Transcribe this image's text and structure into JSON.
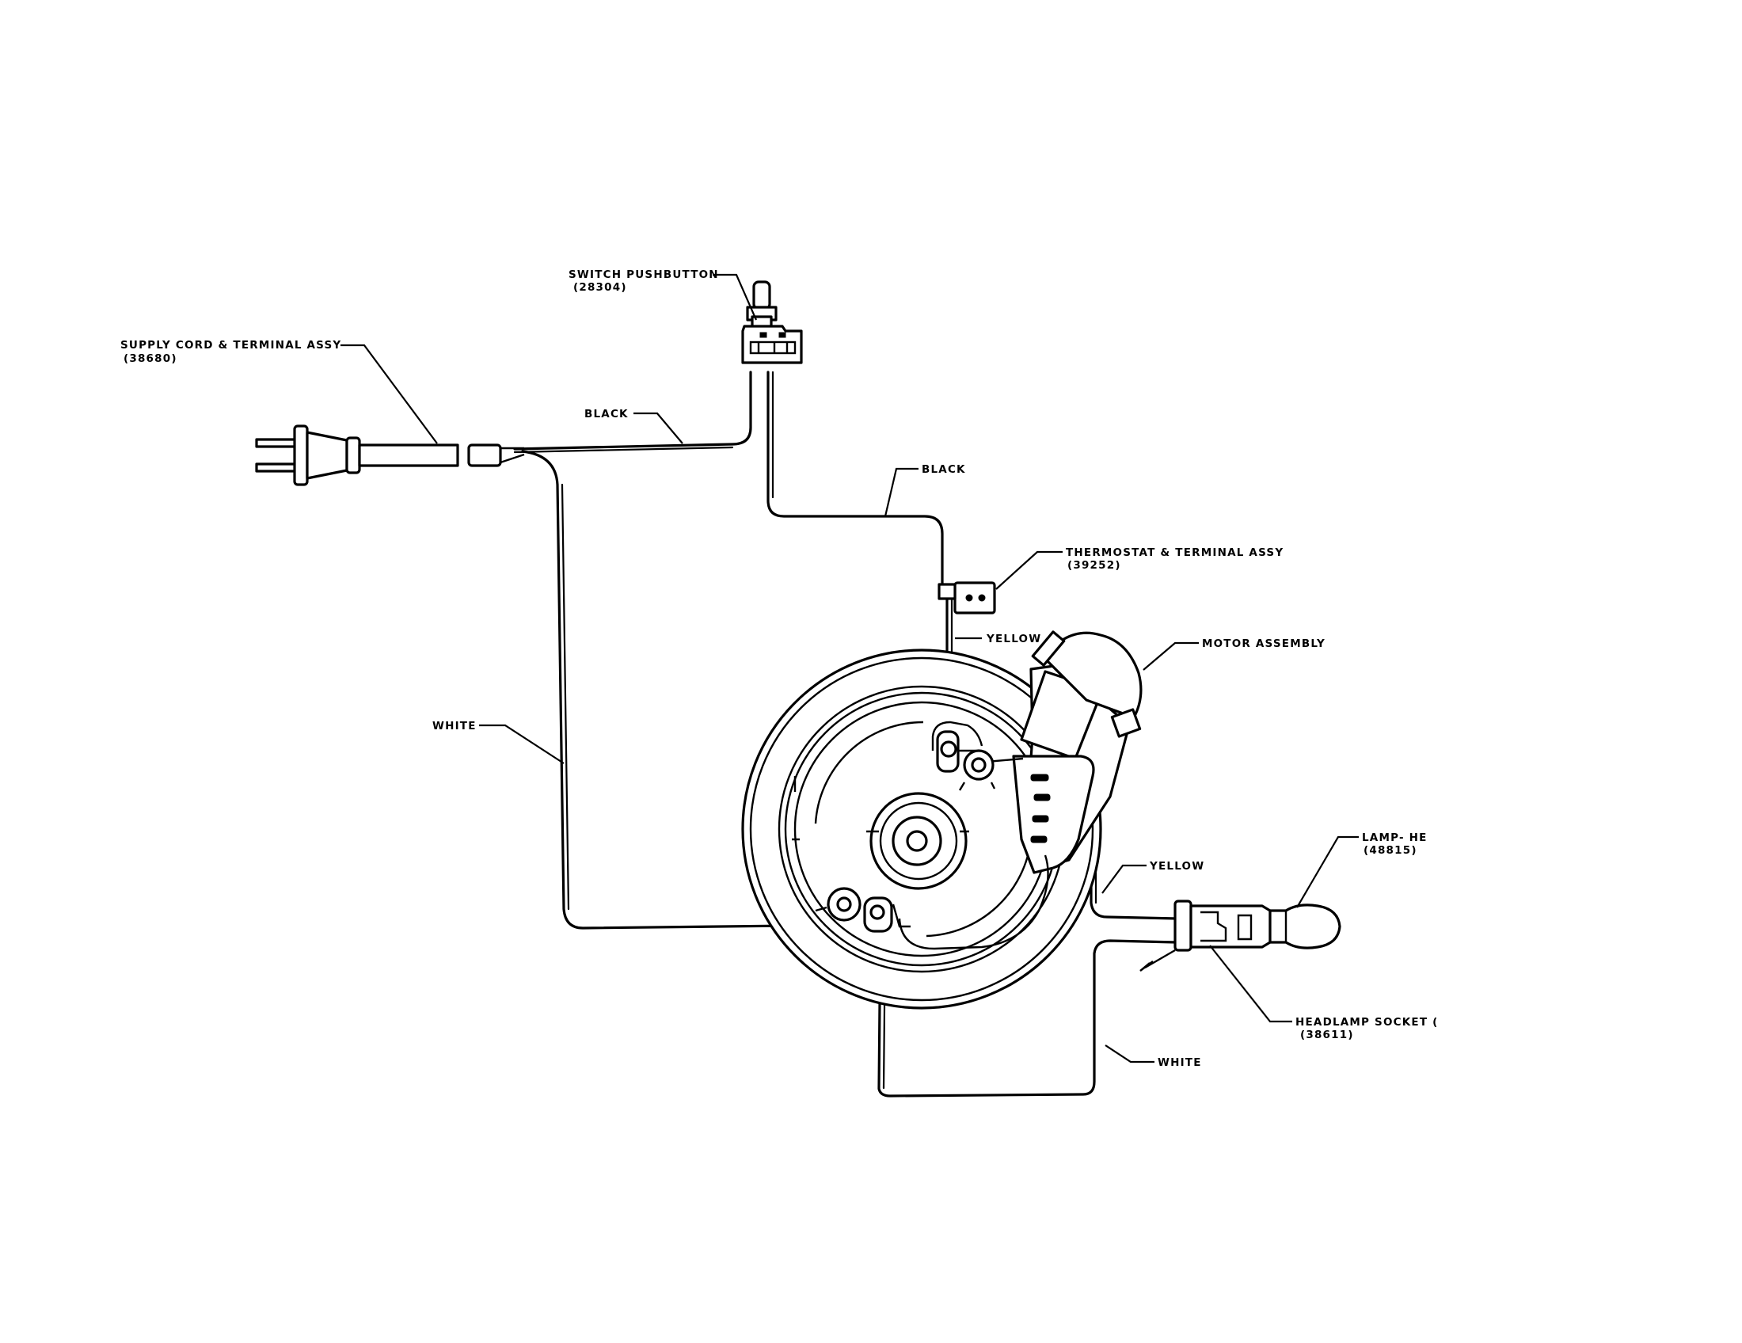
{
  "components": {
    "supply_cord": {
      "label": "SUPPLY CORD & TERMINAL ASSY",
      "part_no": "(38680)"
    },
    "switch": {
      "label": "SWITCH PUSHBUTTON",
      "part_no": "(28304)"
    },
    "thermostat": {
      "label": "THERMOSTAT & TERMINAL ASSY",
      "part_no": "(39252)"
    },
    "motor": {
      "label": "MOTOR ASSEMBLY"
    },
    "lamp": {
      "label": "LAMP- HE",
      "part_no": "(48815)"
    },
    "headlamp_socket": {
      "label": "HEADLAMP SOCKET (",
      "part_no": "(38611)"
    }
  },
  "wires": {
    "black_upper": "BLACK",
    "black_lower": "BLACK",
    "yellow_upper": "YELLOW",
    "yellow_lower": "YELLOW",
    "white_left": "WHITE",
    "white_right": "WHITE"
  }
}
